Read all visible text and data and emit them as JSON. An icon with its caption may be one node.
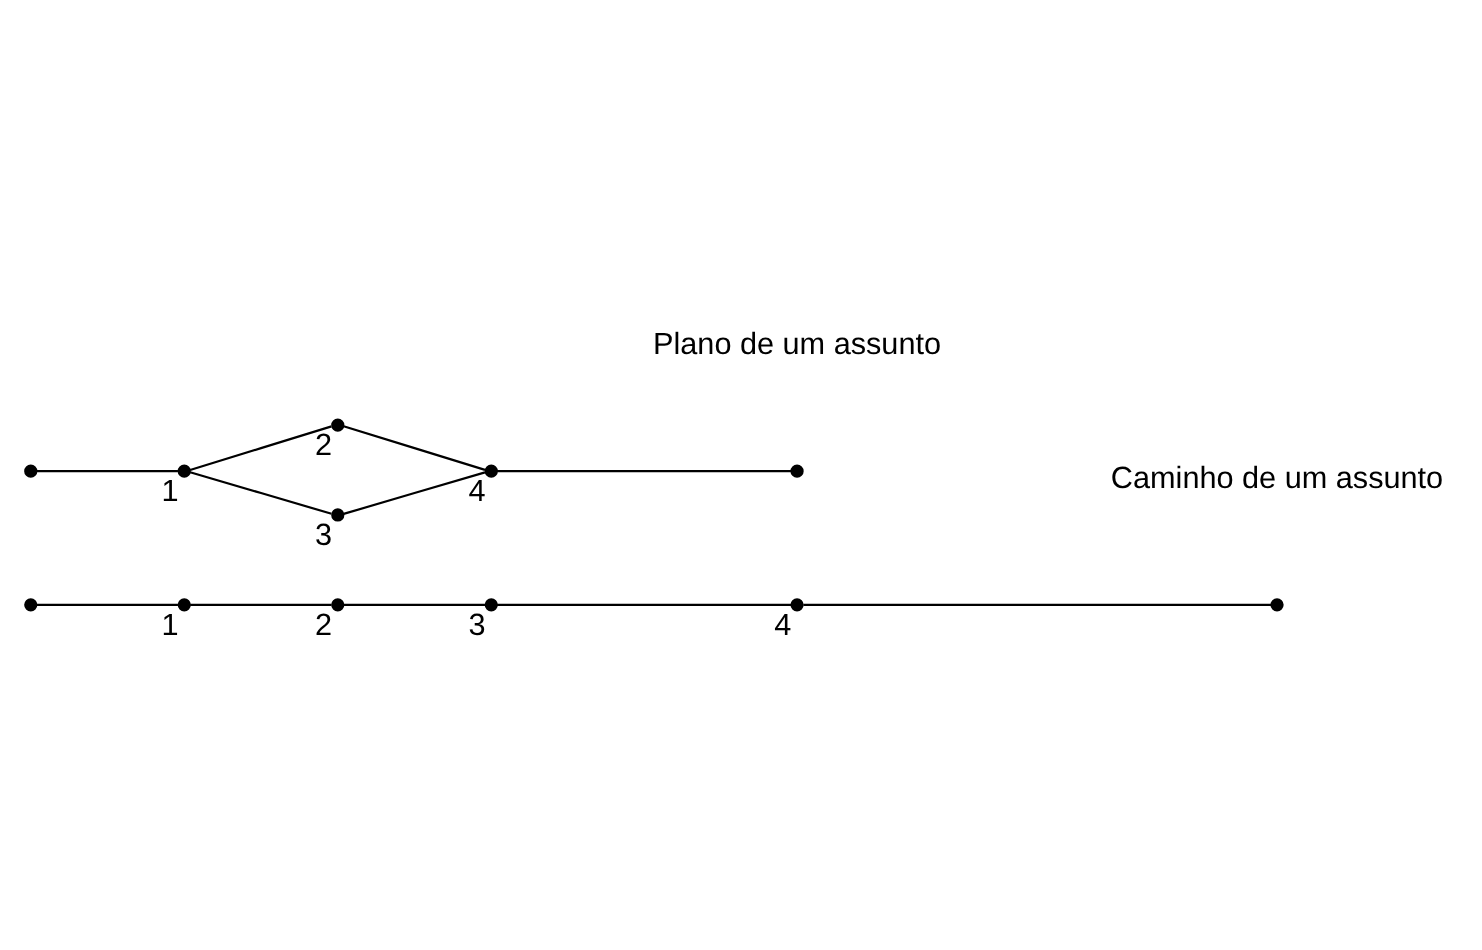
{
  "diagram": {
    "nodes": [
      {
        "text": [],
        "shape": "circle"
      },
      {
        "text": [],
        "shape": "circle",
        "beside": [
          "1"
        ]
      },
      {
        "text": [],
        "shape": "circle",
        "beside": [
          "2"
        ]
      },
      {
        "text": [],
        "shape": "circle",
        "beside": [
          "3"
        ]
      },
      {
        "text": [],
        "shape": "circle",
        "beside": [
          "4"
        ]
      },
      {
        "text": [],
        "shape": "circle"
      },
      {
        "text": [],
        "shape": "circle"
      },
      {
        "text": [],
        "shape": "circle",
        "beside": [
          "1"
        ]
      },
      {
        "text": [],
        "shape": "circle",
        "beside": [
          "2"
        ]
      },
      {
        "text": [],
        "shape": "circle",
        "beside": [
          "3"
        ]
      },
      {
        "text": [],
        "shape": "circle",
        "beside": [
          "4"
        ]
      },
      {
        "text": [],
        "shape": "circle"
      }
    ],
    "edges": [
      {
        "from": 0,
        "to": 1,
        "arrow": "none"
      },
      {
        "from": 1,
        "to": 2,
        "arrow": "none"
      },
      {
        "from": 2,
        "to": 3,
        "arrow": "none"
      },
      {
        "from": 3,
        "to": 4,
        "arrow": "none"
      },
      {
        "from": 4,
        "to": 5,
        "arrow": "none"
      },
      {
        "from": 6,
        "to": 7,
        "arrow": "none"
      },
      {
        "from": 7,
        "to": 8,
        "arrow": "none"
      },
      {
        "from": 7,
        "to": 9,
        "arrow": "none"
      },
      {
        "from": 8,
        "to": 10,
        "arrow": "none"
      },
      {
        "from": 9,
        "to": 10,
        "arrow": "none"
      },
      {
        "from": 10,
        "to": 11,
        "arrow": "none"
      }
    ],
    "labels": [
      "Caminho de um assunto",
      "Plano de um assunto"
    ]
  }
}
